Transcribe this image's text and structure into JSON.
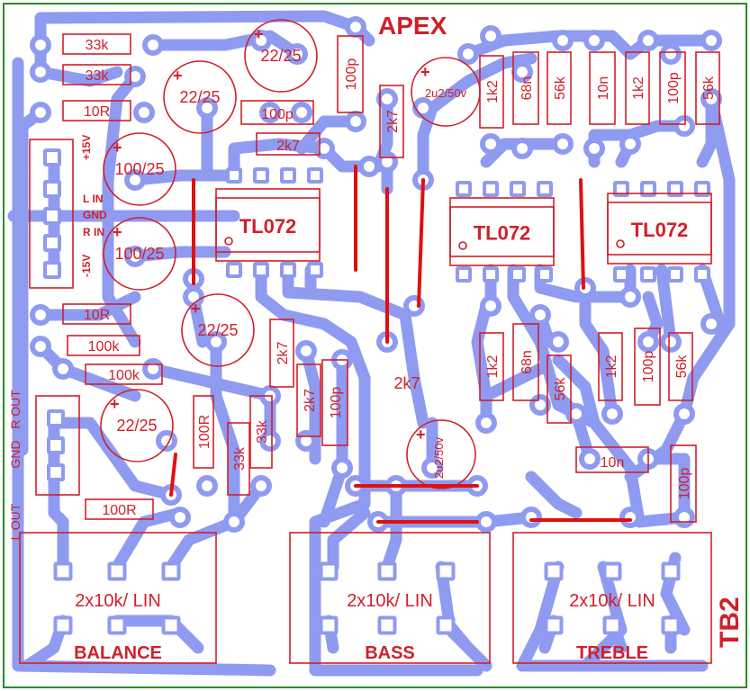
{
  "board": {
    "title": "APEX",
    "id": "TB2",
    "colors": {
      "background": "#ffffff",
      "frame": "#2a8a2a",
      "copper": "#8f9bf0",
      "pad": "#ffffff",
      "silk": "#d0202a",
      "jumper": "#e01010"
    }
  },
  "resistors": [
    {
      "ref": "r-33k-a",
      "value": "33k"
    },
    {
      "ref": "r-33k-b",
      "value": "33k"
    },
    {
      "ref": "r-10r-top",
      "value": "10R"
    },
    {
      "ref": "r-10r-bot",
      "value": "10R"
    },
    {
      "ref": "r-100k-a",
      "value": "100k"
    },
    {
      "ref": "r-100k-b",
      "value": "100k"
    },
    {
      "ref": "r-100r-v",
      "value": "100R"
    },
    {
      "ref": "r-33k-v1",
      "value": "33k"
    },
    {
      "ref": "r-33k-v2",
      "value": "33k"
    },
    {
      "ref": "r-100r-h",
      "value": "100R"
    },
    {
      "ref": "r-2k7-top",
      "value": "2k7"
    },
    {
      "ref": "r-2k7-v1",
      "value": "2k7"
    },
    {
      "ref": "r-2k7-v2",
      "value": "2k7"
    },
    {
      "ref": "r-2k7-v3",
      "value": "2k7"
    },
    {
      "ref": "r-1k2-a",
      "value": "1k2"
    },
    {
      "ref": "r-56k-a",
      "value": "56k"
    },
    {
      "ref": "r-1k2-b",
      "value": "1k2"
    },
    {
      "ref": "r-56k-b",
      "value": "56k"
    },
    {
      "ref": "r-1k2-c",
      "value": "1k2"
    },
    {
      "ref": "r-56k-c",
      "value": "56k"
    },
    {
      "ref": "r-1k2-d",
      "value": "1k2"
    },
    {
      "ref": "r-56k-d",
      "value": "56k"
    }
  ],
  "capacitors": [
    {
      "ref": "c-22-25-a",
      "value": "22/25"
    },
    {
      "ref": "c-22-25-b",
      "value": "22/25"
    },
    {
      "ref": "c-22-25-c",
      "value": "22/25"
    },
    {
      "ref": "c-22-25-d",
      "value": "22/25"
    },
    {
      "ref": "c-100-25-a",
      "value": "100/25"
    },
    {
      "ref": "c-100-25-b",
      "value": "100/25"
    },
    {
      "ref": "c-2u2-a",
      "value": "2u2/50v"
    },
    {
      "ref": "c-2u2-b",
      "value": "2u2/50v"
    },
    {
      "ref": "c-100p-a",
      "value": "100p"
    },
    {
      "ref": "c-100p-b",
      "value": "100p"
    },
    {
      "ref": "c-100p-c",
      "value": "100p"
    },
    {
      "ref": "c-100p-d",
      "value": "100p"
    },
    {
      "ref": "c-100p-e",
      "value": "100p"
    },
    {
      "ref": "c-100p-f",
      "value": "100p"
    },
    {
      "ref": "c-68n-a",
      "value": "68n"
    },
    {
      "ref": "c-68n-b",
      "value": "68n"
    },
    {
      "ref": "c-10n-a",
      "value": "10n"
    },
    {
      "ref": "c-10n-b",
      "value": "10n"
    }
  ],
  "ics": [
    {
      "ref": "ic1",
      "value": "TL072"
    },
    {
      "ref": "ic2",
      "value": "TL072"
    },
    {
      "ref": "ic3",
      "value": "TL072"
    }
  ],
  "pots": [
    {
      "ref": "balance",
      "value": "2x10k/ LIN",
      "name": "BALANCE"
    },
    {
      "ref": "bass",
      "value": "2x10k/ LIN",
      "name": "BASS"
    },
    {
      "ref": "treble",
      "value": "2x10k/ LIN",
      "name": "TREBLE"
    }
  ],
  "connectors": {
    "power": {
      "pins": [
        "+15V",
        "L IN",
        "GND",
        "R IN",
        "-15V"
      ]
    },
    "output": {
      "pins": [
        "L OUT",
        "GND",
        "R OUT"
      ]
    }
  },
  "floating_labels": {
    "mid_2k7": "2k7",
    "plus": "+"
  }
}
